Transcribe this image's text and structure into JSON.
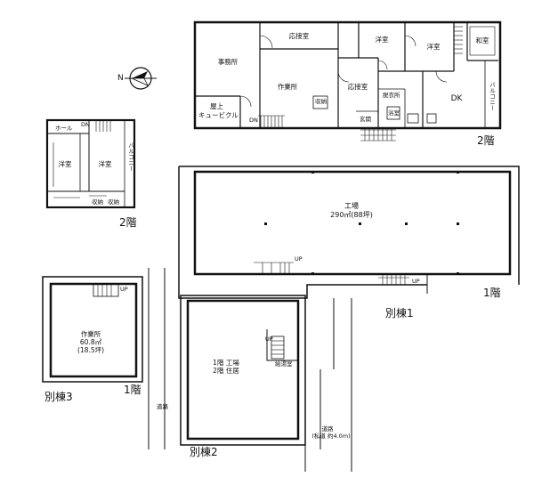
{
  "compass": {
    "label": "N"
  },
  "main_2f": {
    "rooms": {
      "office": "事務所",
      "reception1": "応接室",
      "work_room": "作業所",
      "reception2": "応接室",
      "western1": "洋室",
      "western2": "洋室",
      "japanese": "和室",
      "dk": "DK",
      "rooftop": "屋上",
      "cubicle": "キュービクル",
      "storage": "収納",
      "washroom": "脱衣所",
      "entrance": "玄関",
      "bath": "浴室",
      "balcony": "バルコニー",
      "dn": "DN"
    },
    "floor_label": "2階"
  },
  "small_2f": {
    "rooms": {
      "hall": "ホール",
      "dn": "DN",
      "western1": "洋室",
      "western2": "洋室",
      "balcony": "バルコニー",
      "closet1": "収納",
      "closet2": "収納"
    },
    "floor_label": "2階"
  },
  "factory_1f": {
    "title": "工場",
    "area": "290㎡(88坪)",
    "up1": "UP",
    "up2": "UP",
    "floor_label": "1階",
    "building_label": "別棟1"
  },
  "annex3": {
    "title": "作業所",
    "area": "60.8㎡",
    "tsubo": "(18.5坪)",
    "up": "UP",
    "floor_label": "1階",
    "building_label": "別棟3"
  },
  "annex2": {
    "line1": "1階 工場",
    "line2": "2階 住居",
    "up": "UP",
    "room": "給湯室",
    "building_label": "別棟2"
  },
  "roads": {
    "road": "道路",
    "private_road_1": "道路",
    "private_road_2": "(私道 約4.0m)"
  }
}
